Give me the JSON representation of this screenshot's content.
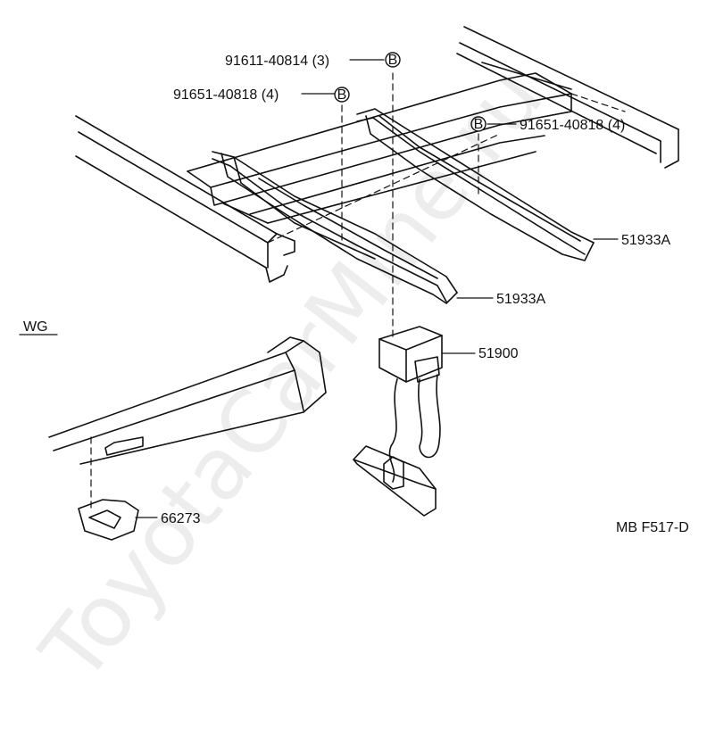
{
  "labels": {
    "bolt_top": "91611-40814 (3)",
    "bolt_left": "91651-40818  (4)",
    "bolt_right": "91651-40818 (4)",
    "crossmember_rear": "51933A",
    "crossmember_front": "51933A",
    "carrier": "51900",
    "bracket": "66273",
    "variant": "WG",
    "drawing_ref": "MB F517-D"
  },
  "callout_marker": "B",
  "watermark": "ToyotaCarMine.ru"
}
